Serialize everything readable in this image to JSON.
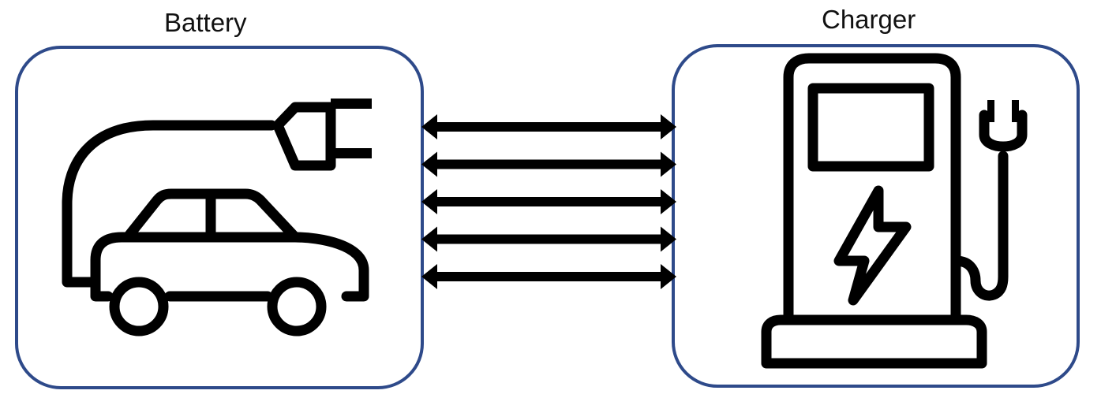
{
  "diagram": {
    "battery": {
      "label": "Battery",
      "icon": "electric-car-plug-icon"
    },
    "charger": {
      "label": "Charger",
      "icon": "ev-charging-station-icon"
    },
    "connection": {
      "type": "bidirectional-arrows",
      "count": 5
    },
    "colors": {
      "box_border": "#2e4a8a",
      "icon": "#000000",
      "arrow": "#000000"
    }
  }
}
